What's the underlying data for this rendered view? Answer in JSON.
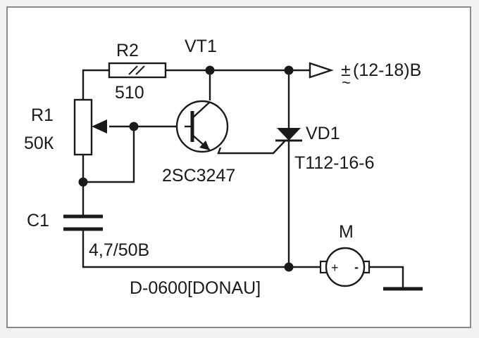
{
  "components": {
    "r2": {
      "designator": "R2",
      "value": "510"
    },
    "r1": {
      "designator": "R1",
      "value": "50К"
    },
    "vt1": {
      "designator": "VT1",
      "part": "2SC3247"
    },
    "vd1": {
      "designator": "VD1",
      "part": "Т112-16-6"
    },
    "c1": {
      "designator": "C1",
      "value": "4,7/50В"
    },
    "m": {
      "designator": "M",
      "part": "D-0600[DONAU]",
      "pole_plus": "+",
      "pole_minus": "-"
    }
  },
  "supply": {
    "sign": "±",
    "tilde": "~",
    "label": "(12-18)В"
  },
  "colors": {
    "background": "#f2f2f2",
    "frame": "#8a8a8a",
    "ink": "#1a1a1a",
    "component_fill": "#ffffff"
  }
}
